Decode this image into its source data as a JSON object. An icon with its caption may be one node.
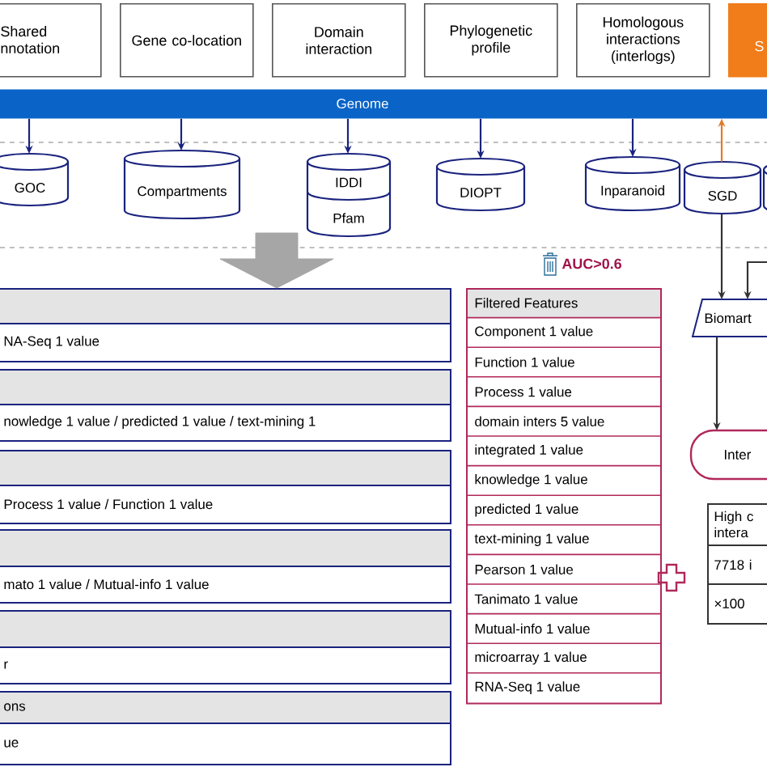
{
  "diagram": {
    "nodes": [
      {
        "text": [
          "Shared nnotation"
        ]
      },
      {
        "text": [
          "Gene co-location"
        ]
      },
      {
        "text": [
          "Domain interaction"
        ]
      },
      {
        "text": [
          "Phylogenetic profile"
        ]
      },
      {
        "text": [
          "Homologous interactions (interlogs)"
        ]
      },
      {
        "text": [
          "S"
        ]
      },
      {
        "text": [
          "Genome"
        ]
      },
      {
        "text": [
          "GOC"
        ]
      },
      {
        "text": [
          "Compartments"
        ]
      },
      {
        "text": [
          "IDDI",
          "Pfam"
        ]
      },
      {
        "text": [
          "DIOPT"
        ]
      },
      {
        "text": [
          "Inparanoid"
        ]
      },
      {
        "text": [
          "SGD"
        ]
      },
      {
        "text": [],
        "shape": "cylinder"
      },
      {
        "text": [
          "NA-Seq 1 value"
        ]
      },
      {
        "text": [
          "nowledge 1 value / predicted 1 value / text-mining 1"
        ]
      },
      {
        "text": [
          "Process 1 value / Function 1 value"
        ]
      },
      {
        "text": [
          "mato 1 value / Mutual-info 1 value"
        ]
      },
      {
        "text": [
          "r"
        ]
      },
      {
        "text": [
          "ons",
          "ue"
        ]
      },
      {
        "text": [
          "Filtered Features",
          "Component 1 value",
          "Function 1 value",
          "Process 1 value",
          "domain inters 5 value",
          "integrated 1 value",
          "knowledge 1 value",
          "predicted 1 value",
          "text-mining 1 value",
          "Pearson 1 value",
          "Tanimato 1 value",
          "Mutual-info 1 value",
          "microarray 1 value",
          "RNA-Seq 1 value"
        ]
      },
      {
        "text": [
          "Biomart"
        ]
      },
      {
        "text": [
          "Inter"
        ]
      },
      {
        "text": [
          "High c intera",
          "7718 i",
          "×100"
        ]
      }
    ],
    "edges": [
      {
        "from": 6,
        "to": 7,
        "arrow": "to"
      },
      {
        "from": 6,
        "to": 8,
        "arrow": "to"
      },
      {
        "from": 6,
        "to": 9,
        "arrow": "to"
      },
      {
        "from": 6,
        "to": 10,
        "arrow": "to"
      },
      {
        "from": 6,
        "to": 11,
        "arrow": "to"
      },
      {
        "from": 12,
        "to": 6,
        "arrow": "to",
        "color": "#e07b28"
      },
      {
        "from": 12,
        "to": 21,
        "arrow": "to",
        "color": "#333333"
      },
      {
        "from": null,
        "to": 21,
        "arrow": "to",
        "color": "#333333"
      },
      {
        "from": 21,
        "to": 22,
        "arrow": "to",
        "color": "#333333"
      },
      {
        "from": null,
        "to": 14,
        "arrow": "to",
        "style": "thick",
        "color": "#a6a6a6"
      }
    ],
    "labels": [
      "AUC>0.6"
    ]
  }
}
